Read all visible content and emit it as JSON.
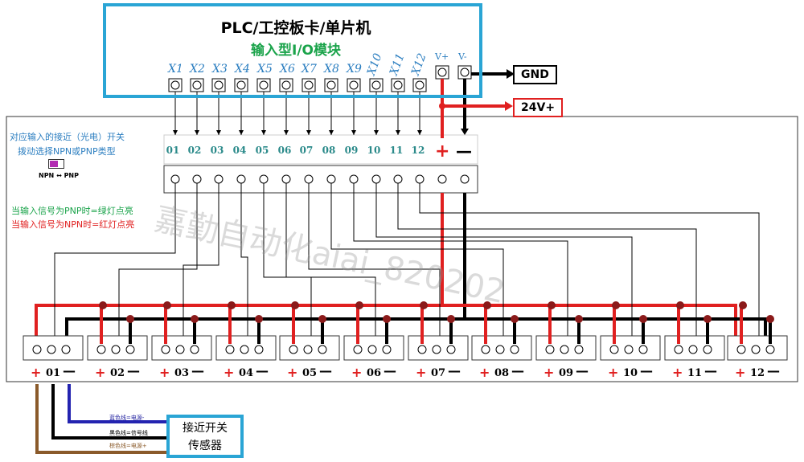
{
  "plc": {
    "title": "PLC/工控板卡/单片机",
    "subtitle": "输入型I/O模块"
  },
  "inputs": [
    "X1",
    "X2",
    "X3",
    "X4",
    "X5",
    "X6",
    "X7",
    "X8",
    "X9",
    "X10",
    "X11",
    "X12"
  ],
  "power_labels": {
    "vplus": "V+",
    "vminus": "V-"
  },
  "gnd_label": "GND",
  "v24_label": "24V+",
  "channel_numbers": [
    "01",
    "02",
    "03",
    "04",
    "05",
    "06",
    "07",
    "08",
    "09",
    "10",
    "11",
    "12"
  ],
  "plus_sign": "+",
  "minus_sign": "—",
  "notes": {
    "line1": "对应输入的接近（光电）开关",
    "line2": "拨动选择NPN或PNP类型",
    "switch_left": "NPN",
    "switch_arrow": "↔",
    "switch_right": "PNP",
    "pnp_note": "当输入信号为PNP时=绿灯点亮",
    "npn_note": "当输入信号为NPN时=红灯点亮"
  },
  "wires": {
    "blue": "蓝色线=电源-",
    "black": "黑色线=信号线",
    "brown": "棕色线=电源+"
  },
  "sensor": {
    "line1": "接近开关",
    "line2": "传感器"
  },
  "watermark": "嘉勤自动化aiai_820202",
  "colors": {
    "blue_border": "#2aa5d5",
    "red_wire": "#e02020",
    "green_text": "#1aa34a",
    "label_blue": "#2b7ec0"
  }
}
